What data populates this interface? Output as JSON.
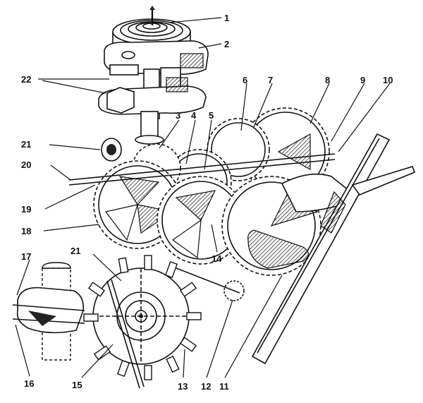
{
  "diagram": {
    "callouts": [
      {
        "id": "c1",
        "label": "1"
      },
      {
        "id": "c2",
        "label": "2"
      },
      {
        "id": "c3",
        "label": "3"
      },
      {
        "id": "c4",
        "label": "4"
      },
      {
        "id": "c5",
        "label": "5"
      },
      {
        "id": "c6",
        "label": "6"
      },
      {
        "id": "c7",
        "label": "7"
      },
      {
        "id": "c8",
        "label": "8"
      },
      {
        "id": "c9",
        "label": "9"
      },
      {
        "id": "c10",
        "label": "10"
      },
      {
        "id": "c11",
        "label": "11"
      },
      {
        "id": "c12",
        "label": "12"
      },
      {
        "id": "c13",
        "label": "13"
      },
      {
        "id": "c14",
        "label": "14"
      },
      {
        "id": "c15",
        "label": "15"
      },
      {
        "id": "c16",
        "label": "16"
      },
      {
        "id": "c17",
        "label": "17"
      },
      {
        "id": "c18",
        "label": "18"
      },
      {
        "id": "c19",
        "label": "19"
      },
      {
        "id": "c20",
        "label": "20"
      },
      {
        "id": "c21a",
        "label": "21"
      },
      {
        "id": "c21b",
        "label": "21"
      },
      {
        "id": "c22",
        "label": "22"
      }
    ]
  }
}
